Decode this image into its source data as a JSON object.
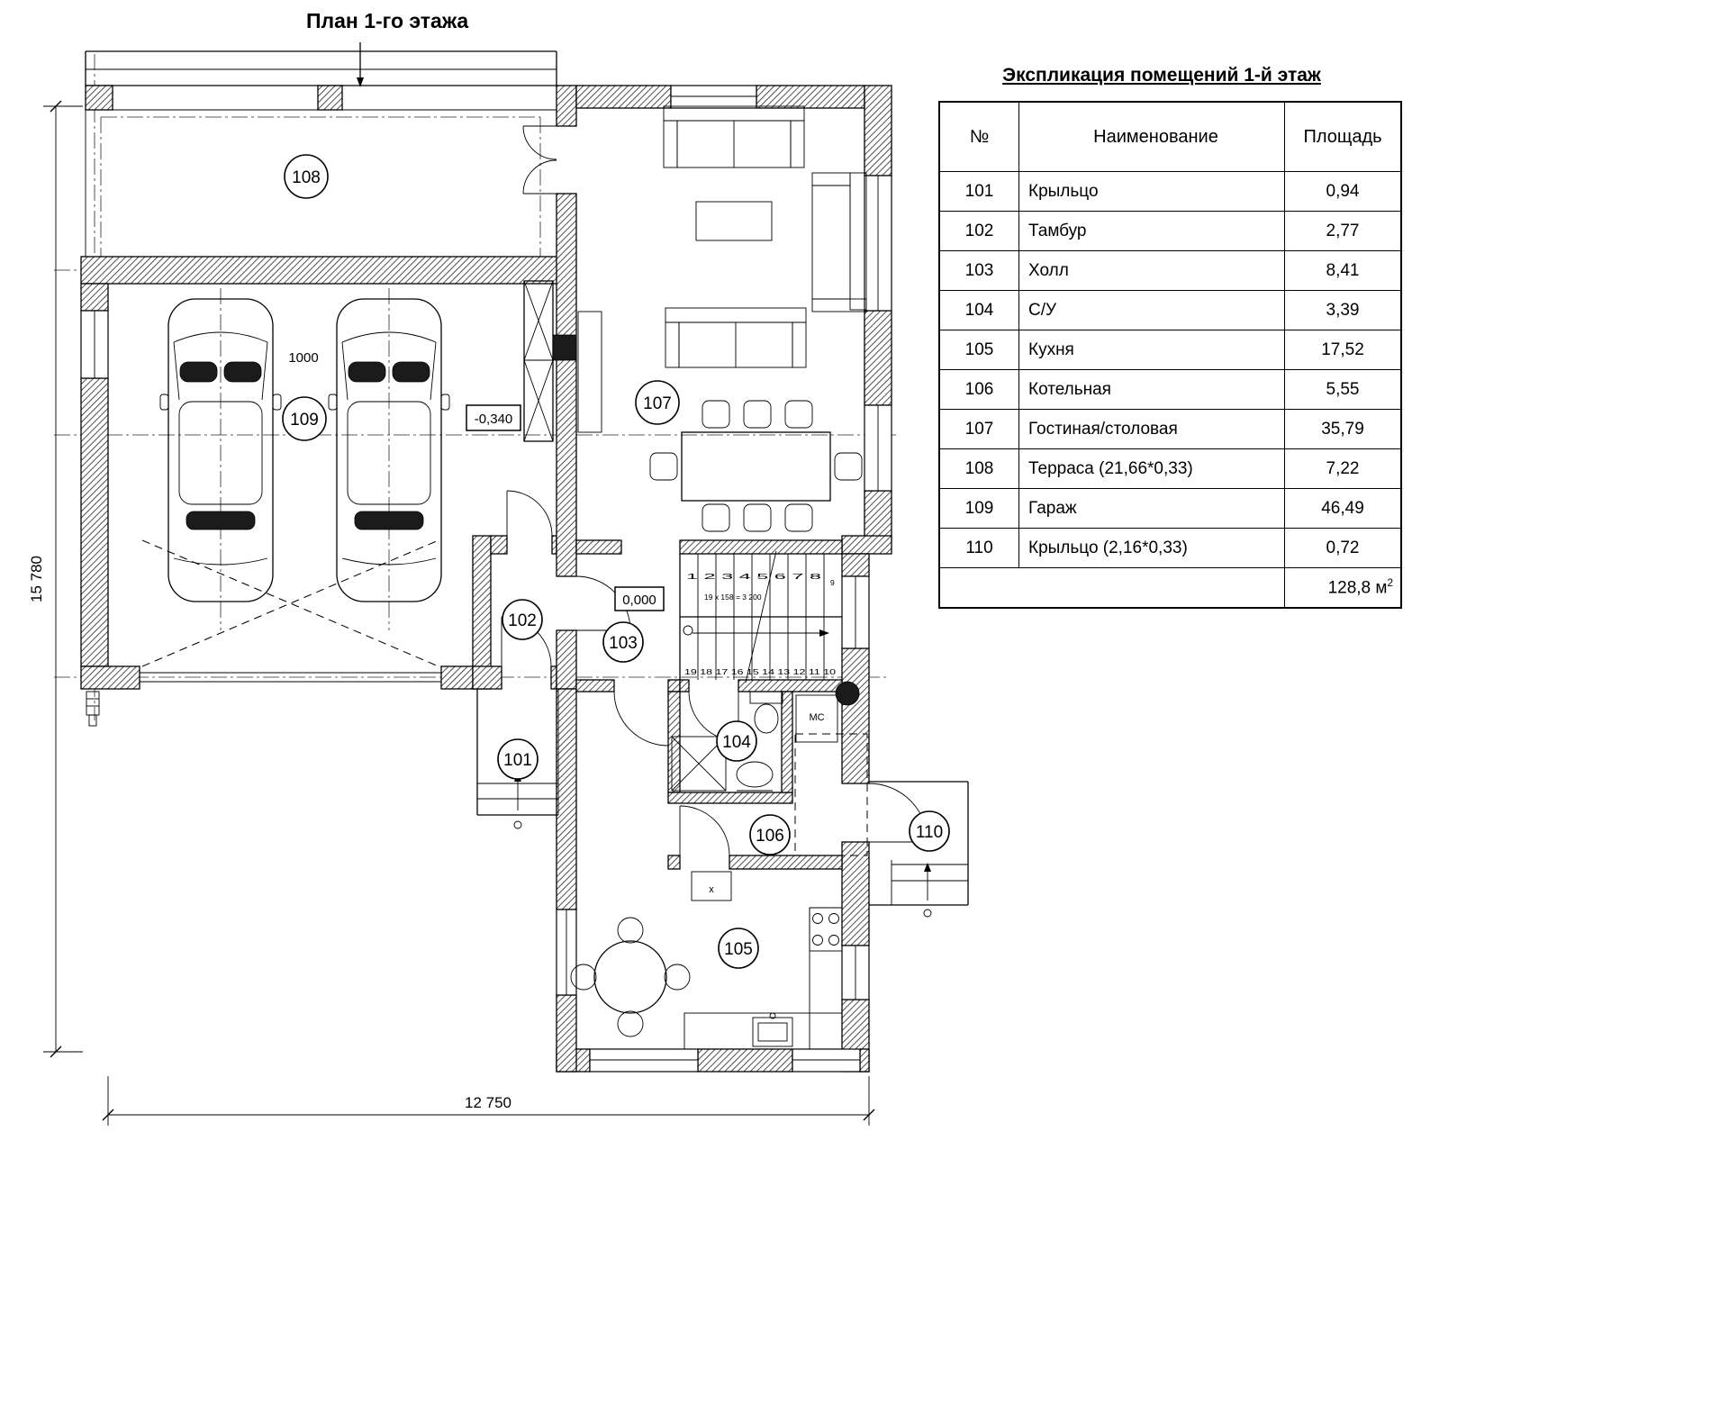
{
  "title": "План 1-го этажа",
  "legend": {
    "title": "Экспликация помещений 1-й этаж",
    "col_num": "№",
    "col_name": "Наименование",
    "col_area": "Площадь",
    "rows": [
      {
        "num": "101",
        "name": "Крыльцо",
        "area": "0,94"
      },
      {
        "num": "102",
        "name": "Тамбур",
        "area": "2,77"
      },
      {
        "num": "103",
        "name": "Холл",
        "area": "8,41"
      },
      {
        "num": "104",
        "name": "С/У",
        "area": "3,39"
      },
      {
        "num": "105",
        "name": "Кухня",
        "area": "17,52"
      },
      {
        "num": "106",
        "name": "Котельная",
        "area": "5,55"
      },
      {
        "num": "107",
        "name": "Гостиная/столовая",
        "area": "35,79"
      },
      {
        "num": "108",
        "name": "Терраса (21,66*0,33)",
        "area": "7,22"
      },
      {
        "num": "109",
        "name": "Гараж",
        "area": "46,49"
      },
      {
        "num": "110",
        "name": "Крыльцо (2,16*0,33)",
        "area": "0,72"
      }
    ],
    "total_value": "128,8 м",
    "total_sup": "2"
  },
  "plan": {
    "labels": {
      "r101": "101",
      "r102": "102",
      "r103": "103",
      "r104": "104",
      "r105": "105",
      "r106": "106",
      "r107": "107",
      "r108": "108",
      "r109": "109",
      "r110": "110"
    },
    "marks": {
      "level_garage": "-0,340",
      "level_zero": "0,000",
      "dim_gap": "1000",
      "dim_height": "15 780",
      "dim_width": "12 750",
      "stair_formula": "19 x 158 = 3 200",
      "stair_top": "1 2 3 4 5 6 7 8",
      "stair_turn": "9",
      "stair_bottom": "19 18 17 16 15 14 13 12 11 10",
      "washer": "МС",
      "vent": "x"
    }
  }
}
